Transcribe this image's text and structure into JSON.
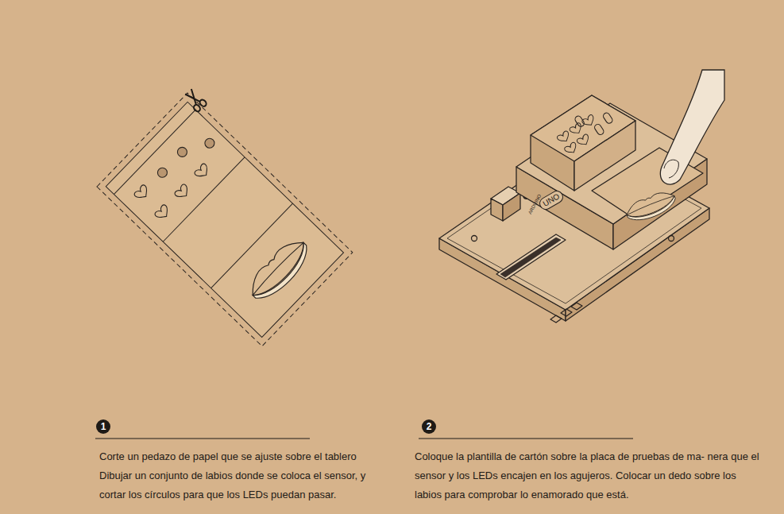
{
  "diagram": {
    "nodes": [
      {
        "text": [
          "UNO"
        ]
      },
      {
        "text": [
          "1"
        ]
      },
      {
        "text": [
          "2"
        ]
      }
    ],
    "labels": [
      "ARDUINO",
      "Corte un pedazo de papel que se ajuste sobre el tablero Dibujar un conjunto de labios donde se coloca el sensor, y cortar los círculos para que los LEDs puedan pasar.",
      "Coloque la plantilla de cartón sobre la placa de pruebas de ma- nera que el sensor y los LEDs encajen en los agujeros. Colocar un dedo sobre los labios para comprobar lo enamorado que está."
    ]
  }
}
